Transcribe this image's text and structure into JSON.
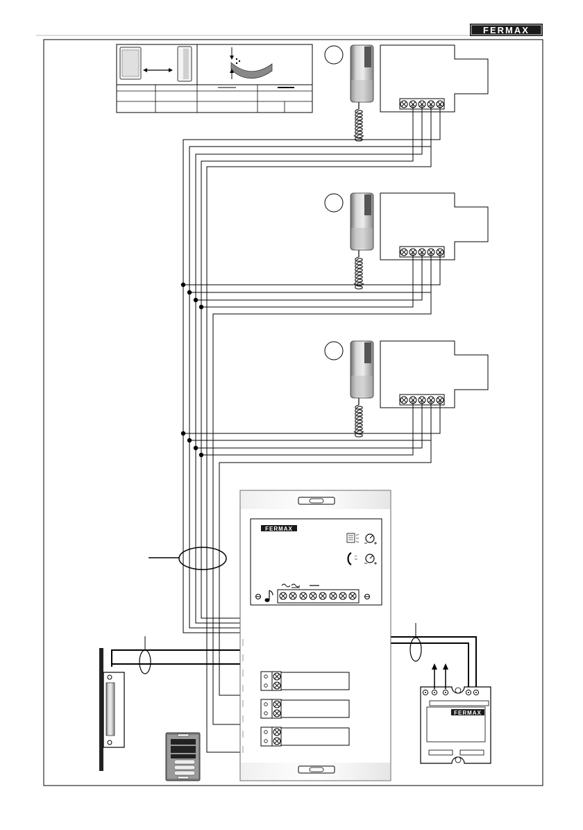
{
  "header": {
    "brand": "FERMAX"
  },
  "intercom_unit": {
    "brand": "FERMAX"
  },
  "power_supply": {
    "brand": "FERMAX"
  },
  "icons": {
    "panel": "door-panel-icon",
    "handset": "handset-icon",
    "cable": "cable-icon",
    "volume": "volume-knob-icon",
    "music": "music-note-icon",
    "lock": "door-lock-icon",
    "arrow": "arrow-up-icon"
  },
  "colors": {
    "line": "#000000",
    "header_badge": "#1a1a1a",
    "rule": "#c8c8c8"
  }
}
